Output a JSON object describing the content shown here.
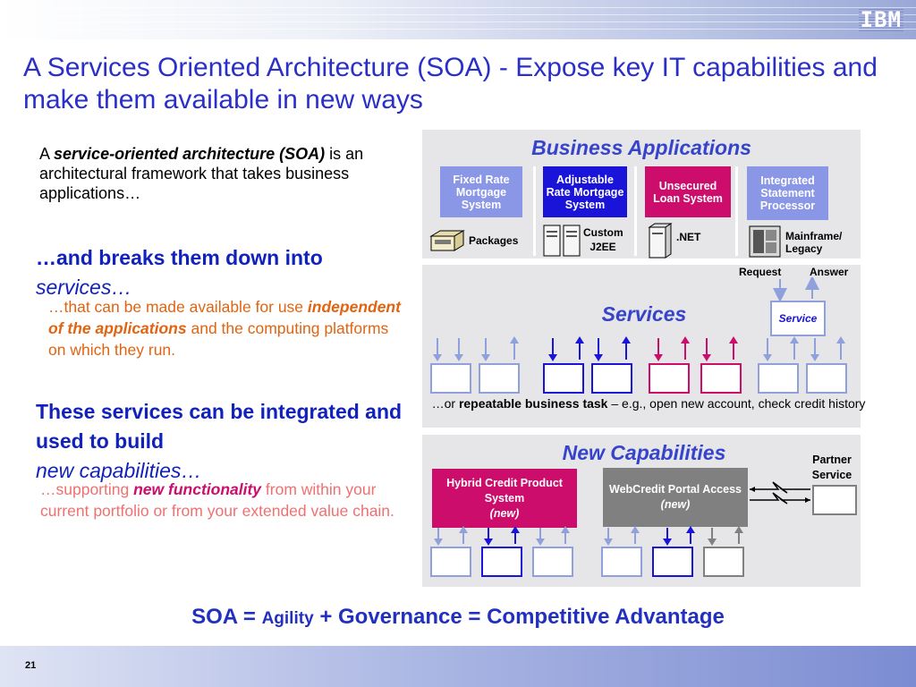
{
  "logo": "IBM",
  "title": "A Services Oriented Architecture (SOA) - Expose key IT capabilities and make them available in new ways",
  "left": {
    "p1_a": "A ",
    "p1_term": "service-oriented architecture (SOA)",
    "p1_rest": "is an architectural framework that takes business applications…",
    "h2_a": "…and breaks them down into",
    "h2_b": "services…",
    "p2_a": "…that can be made available for use",
    "p2_em": "independent of the applications",
    "p2_rest": "and the computing platforms on which they run.",
    "h3_a": "These services can be integrated and used to build",
    "h3_b": "new capabilities…",
    "p3_a": "…supporting",
    "p3_em": "new functionality",
    "p3_rest": "from within your current portfolio or from your extended value chain."
  },
  "business": {
    "title": "Business Applications",
    "apps": [
      {
        "label": "Fixed Rate Mortgage System",
        "color": "#8a96e6"
      },
      {
        "label": "Adjustable Rate Mortgage System",
        "color": "#1a14d8"
      },
      {
        "label": "Unsecured Loan System",
        "color": "#cc0d6c"
      },
      {
        "label": "Integrated Statement Processor",
        "color": "#8a96e6"
      }
    ],
    "platforms": [
      "Packages",
      "Custom J2EE",
      ".NET",
      "Mainframe/ Legacy"
    ]
  },
  "services": {
    "title": "Services",
    "request": "Request",
    "answer": "Answer",
    "service_label": "Service",
    "caption_a": "…or",
    "caption_bold": "repeatable business task",
    "caption_rest": "– e.g., open new account, check credit history"
  },
  "newcap": {
    "title": "New Capabilities",
    "hybrid_title": "Hybrid Credit Product System",
    "hybrid_new": "(new)",
    "web_title": "WebCredit Portal Access",
    "web_new": "(new)",
    "partner": "Partner Service"
  },
  "formula": {
    "a": "SOA =",
    "b": "Agility",
    "c": "+ Governance = Competitive Advantage"
  },
  "page_number": "21",
  "colors": {
    "title_blue": "#2a2fc8",
    "light_blue": "#8fa0dd",
    "dark_blue": "#1a14d8",
    "magenta": "#cc0d6c",
    "gray": "#808080",
    "orange": "#e06412",
    "pink": "#f07070"
  }
}
